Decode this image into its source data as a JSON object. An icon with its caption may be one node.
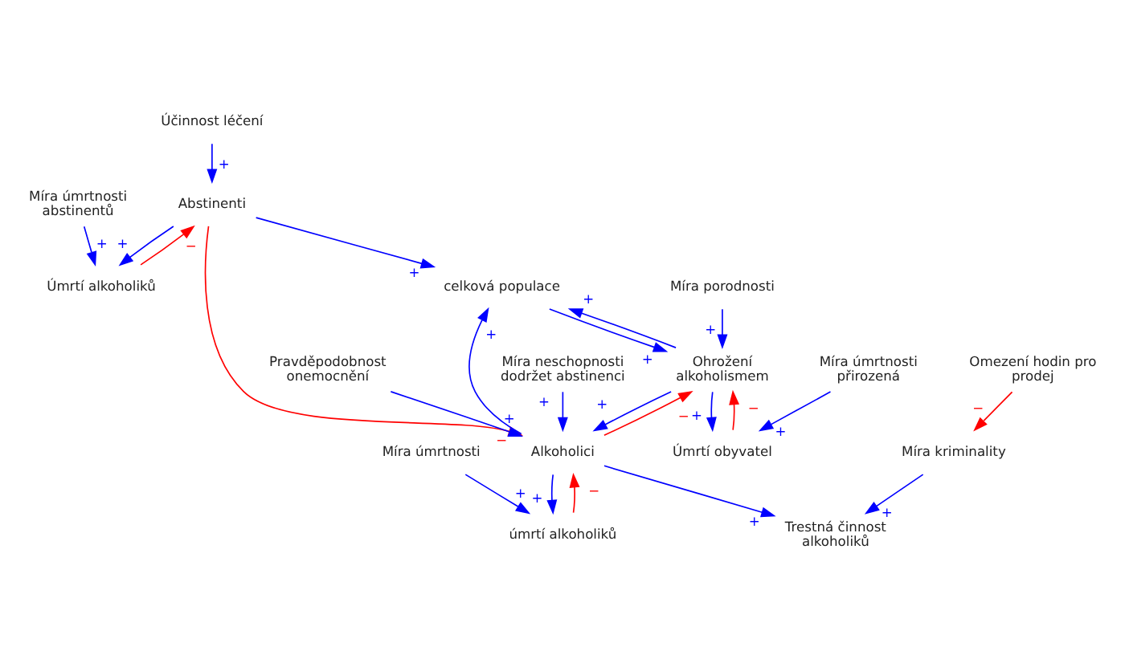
{
  "diagram": {
    "nodes": [
      {
        "text": [
          "Abstinenti"
        ]
      },
      {
        "text": [
          "Úmrtí alkoholiků"
        ]
      },
      {
        "text": [
          "Účinnost léčení"
        ]
      },
      {
        "text": [
          "Míra porodnosti"
        ]
      },
      {
        "text": [
          "Pravděpodobnost onemocnění"
        ]
      },
      {
        "text": [
          "Míra úmrtnosti abstinentů"
        ]
      },
      {
        "text": [
          "úmrtí alkoholiků"
        ]
      },
      {
        "text": [
          "celková populace"
        ]
      },
      {
        "text": [
          "Ohrožení alkoholismem"
        ]
      },
      {
        "text": [
          "Alkoholici"
        ]
      },
      {
        "text": [
          "Míra úmrtnosti"
        ]
      },
      {
        "text": [
          "Úmrtí obyvatel"
        ]
      },
      {
        "text": [
          "Míra úmrtnosti přirozená"
        ]
      },
      {
        "text": [
          "Míra neschopnosti dodržet abstinenci"
        ]
      },
      {
        "text": [
          "Omezení hodin pro prodej"
        ]
      },
      {
        "text": [
          "Trestná činnost alkoholiků"
        ]
      },
      {
        "text": [
          "Míra kriminality"
        ]
      }
    ],
    "edges": [
      {
        "from": 0,
        "to": 1,
        "arrow": "to",
        "label": "+"
      },
      {
        "from": 0,
        "to": 7,
        "arrow": "to",
        "label": "+"
      },
      {
        "from": 0,
        "to": 9,
        "arrow": "to",
        "label": "−",
        "color": "#ff0000"
      },
      {
        "from": 1,
        "to": 0,
        "arrow": "to",
        "label": "−",
        "color": "#ff0000"
      },
      {
        "from": 2,
        "to": 0,
        "arrow": "to",
        "label": "+"
      },
      {
        "from": 3,
        "to": 8,
        "arrow": "to",
        "label": "+"
      },
      {
        "from": 4,
        "to": 9,
        "arrow": "to",
        "label": "+"
      },
      {
        "from": 5,
        "to": 1,
        "arrow": "to",
        "label": "+"
      },
      {
        "from": 6,
        "to": 9,
        "arrow": "to",
        "label": "−",
        "color": "#ff0000"
      },
      {
        "from": 7,
        "to": 8,
        "arrow": "to",
        "label": "+"
      },
      {
        "from": 8,
        "to": 7,
        "arrow": "to",
        "label": "+"
      },
      {
        "from": 8,
        "to": 9,
        "arrow": "to",
        "label": "+"
      },
      {
        "from": 8,
        "to": 11,
        "arrow": "to",
        "label": "+"
      },
      {
        "from": 9,
        "to": 6,
        "arrow": "to",
        "label": "+"
      },
      {
        "from": 9,
        "to": 8,
        "arrow": "to",
        "label": "−",
        "color": "#ff0000"
      },
      {
        "from": 9,
        "to": 7,
        "arrow": "to",
        "label": "+"
      },
      {
        "from": 9,
        "to": 15,
        "arrow": "to",
        "label": "+"
      },
      {
        "from": 10,
        "to": 6,
        "arrow": "to",
        "label": "+"
      },
      {
        "from": 11,
        "to": 8,
        "arrow": "to",
        "label": "−",
        "color": "#ff0000"
      },
      {
        "from": 12,
        "to": 11,
        "arrow": "to",
        "label": "+"
      },
      {
        "from": 13,
        "to": 9,
        "arrow": "to",
        "label": "+"
      },
      {
        "from": 14,
        "to": 16,
        "arrow": "to",
        "label": "−",
        "color": "#ff0000"
      },
      {
        "from": 16,
        "to": 15,
        "arrow": "to",
        "label": "+"
      }
    ]
  }
}
